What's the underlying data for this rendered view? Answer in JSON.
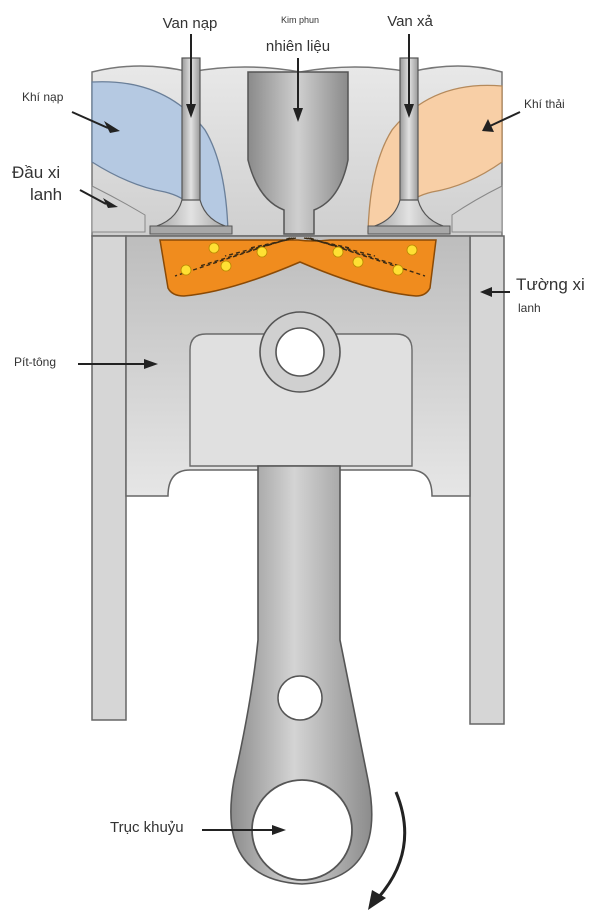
{
  "labels": {
    "intake_valve": "Van nạp",
    "injector_line1": "Kim phun",
    "injector_line2": "nhiên liệu",
    "exhaust_valve": "Van xả",
    "intake_gas": "Khí nạp",
    "exhaust_gas": "Khí thải",
    "cylinder_head_line1": "Đầu xi",
    "cylinder_head_line2": "lanh",
    "cylinder_wall_line1": "Tường xi",
    "cylinder_wall_line2": "lanh",
    "piston": "Pít-tông",
    "crankshaft": "Trục khuỷu"
  },
  "colors": {
    "metal": "#c9c9c9",
    "metal_dark": "#7a7a7a",
    "outline": "#555555",
    "intake_port": "#b5c9e2",
    "exhaust_port": "#f8cfa6",
    "combustion": "#f08c1e",
    "spark": "#ffe033",
    "arrow": "#222222"
  }
}
